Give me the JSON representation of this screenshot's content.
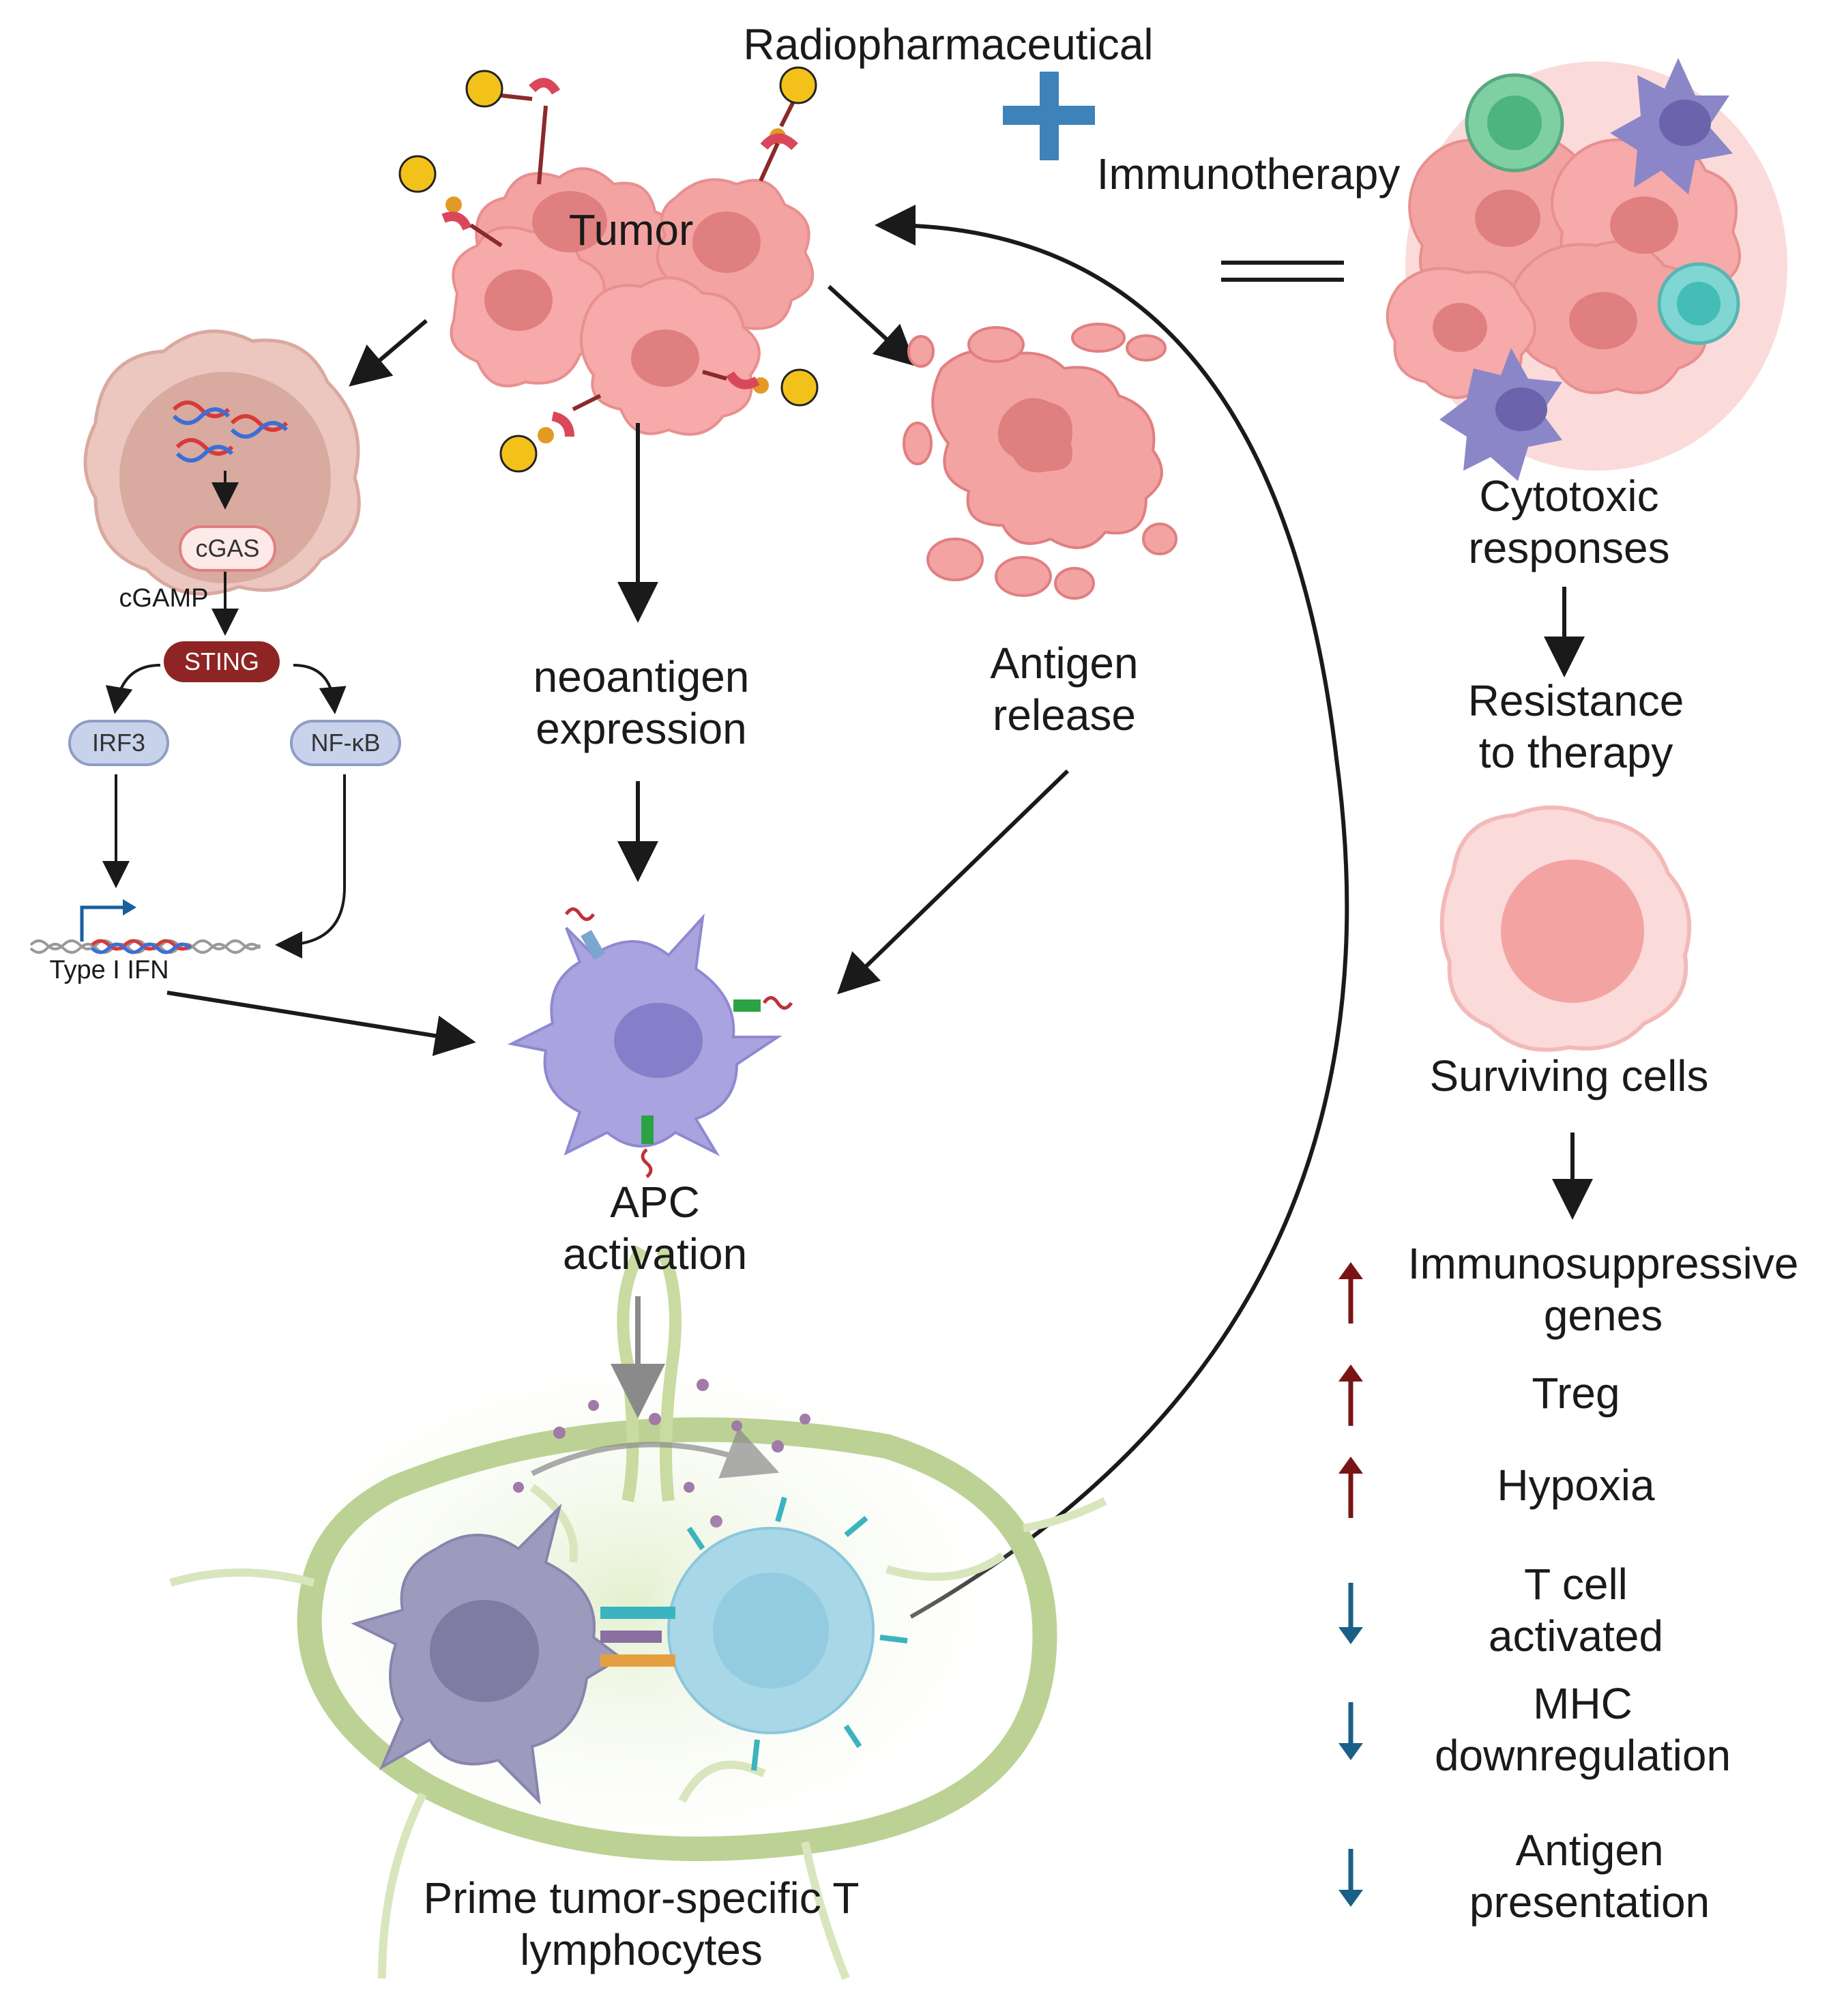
{
  "top": {
    "radiopharmaceutical": "Radiopharmaceutical",
    "immunotherapy": "Immunotherapy",
    "tumor": "Tumor"
  },
  "pathway": {
    "cgas": "cGAS",
    "cgamp": "cGAMP",
    "sting": "STING",
    "irf3": "IRF3",
    "nfkb": "NF-κB",
    "ifn": "Type I IFN"
  },
  "center": {
    "neoantigen": [
      "neoantigen",
      "expression"
    ],
    "antigen_release": [
      "Antigen",
      "release"
    ],
    "apc": [
      "APC",
      "activation"
    ],
    "prime": [
      "Prime tumor-specific T",
      "lymphocytes"
    ]
  },
  "right": {
    "cytotoxic": [
      "Cytotoxic",
      "responses"
    ],
    "resistance": [
      "Resistance",
      "to therapy"
    ],
    "surviving": "Surviving cells",
    "factors": [
      {
        "direction": "up",
        "lines": [
          "Immunosuppressive",
          "genes"
        ]
      },
      {
        "direction": "up",
        "lines": [
          "Treg"
        ]
      },
      {
        "direction": "up",
        "lines": [
          "Hypoxia"
        ]
      },
      {
        "direction": "down",
        "lines": [
          "T cell",
          "activated"
        ]
      },
      {
        "direction": "down",
        "lines": [
          "MHC",
          "downregulation"
        ]
      },
      {
        "direction": "down",
        "lines": [
          "Antigen",
          "presentation"
        ]
      }
    ]
  },
  "colors": {
    "tumor": "#f4a3a3",
    "nucleus": "#e07f80",
    "plus": "#3d82b8",
    "up_arrow": "#7a1515",
    "down_arrow": "#1a5f86",
    "apc": "#a9a3e0",
    "tcell": "#a8d8e8",
    "lymph": "#c9dba0"
  }
}
